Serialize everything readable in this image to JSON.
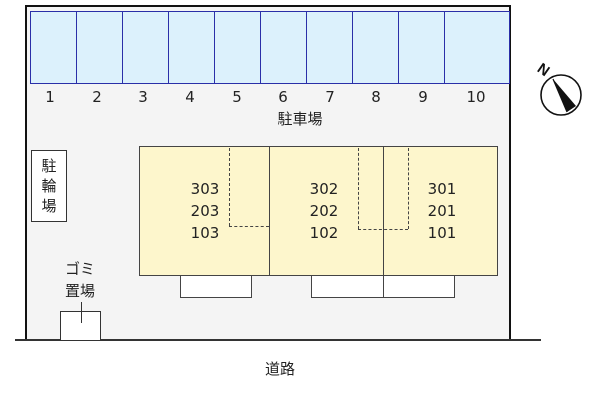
{
  "parking": {
    "label": "駐車場",
    "stalls": [
      "1",
      "2",
      "3",
      "4",
      "5",
      "6",
      "7",
      "8",
      "9",
      "10"
    ]
  },
  "bicycle_parking": {
    "chars": [
      "駐",
      "輪",
      "場"
    ]
  },
  "garbage": {
    "line1": "ゴミ",
    "line2": "置場"
  },
  "buildings": [
    {
      "units": [
        "303",
        "203",
        "103"
      ]
    },
    {
      "units": [
        "302",
        "202",
        "102"
      ]
    },
    {
      "units": [
        "301",
        "201",
        "101"
      ]
    }
  ],
  "road": {
    "label": "道路"
  },
  "compass": {
    "label": "N"
  },
  "colors": {
    "parking_fill": "#dcf1fc",
    "parking_border": "#2a2fa8",
    "building_fill": "#fdf6cc",
    "site_fill": "#f4f4f4"
  }
}
